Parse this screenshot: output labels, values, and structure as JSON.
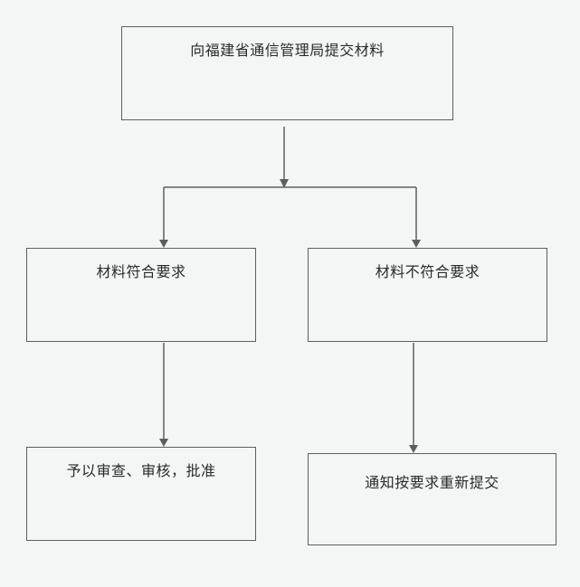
{
  "flowchart": {
    "submit": {
      "text": "向福建省通信管理局提交材料"
    },
    "meets": {
      "text": "材料符合要求"
    },
    "not_meets": {
      "text": "材料不符合要求"
    },
    "approve": {
      "text": "予以审查、审核，批准"
    },
    "resubmit": {
      "text": "通知按要求重新提交"
    }
  },
  "colors": {
    "line": "#5e5e5e",
    "background": "#f3f6f5"
  }
}
